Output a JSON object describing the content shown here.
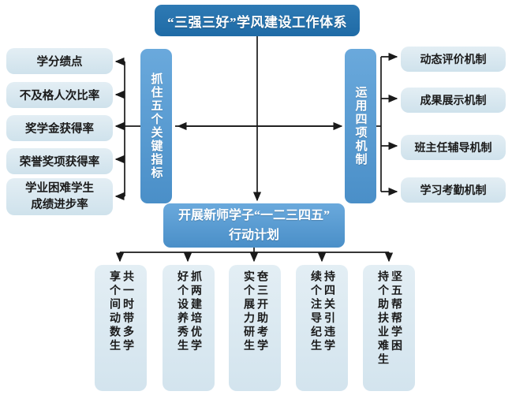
{
  "diagram": {
    "title": "“三强三好”学风建设工作体系",
    "left_pillar": "抓住五个关键指标",
    "right_pillar": "运用四项机制",
    "plan_title_line1": "开展新师学子“一二三四五”",
    "plan_title_line2": "行动计划",
    "metrics": [
      {
        "text": "学分绩点"
      },
      {
        "text": "不及格人次比率"
      },
      {
        "text": "奖学金获得率"
      },
      {
        "text": "荣誉奖项获得率"
      },
      {
        "line1": "学业困难学生",
        "line2": "成绩进步率"
      }
    ],
    "mechanisms": [
      {
        "text": "动态评价机制"
      },
      {
        "text": "成果展示机制"
      },
      {
        "text": "班主任辅导机制"
      },
      {
        "text": "学习考勤机制"
      }
    ],
    "plan_items": [
      {
        "col_right": "共一时带多学",
        "col_left": "享个间动数生",
        "full": "共享一个时间，带动多数学生"
      },
      {
        "col_right": "抓两建培优学",
        "col_left": "好个设养秀生",
        "full": "抓好两个建设，培养优秀学生"
      },
      {
        "col_right": "夿三开助考学",
        "col_left": "实个展力研生",
        "full": "夿实三个开展，助力考研学生"
      },
      {
        "col_right": "持四关引违学",
        "col_left": "续个注导纪生",
        "full": "持续四个关注，引导违纪学生"
      },
      {
        "col_right": "坚五帮帮学困",
        "col_left": "持个助扶业难生",
        "full": "坚持五个帮帮，帮扶学业困难学生"
      }
    ],
    "colors": {
      "title_box": "#1f6ba6",
      "pillar_box": "#4a8fc8",
      "plan_box": "#5b9bd1",
      "light_box": "#d8e8ef",
      "connector": "#1a1a1a",
      "background": "#ffffff"
    }
  }
}
